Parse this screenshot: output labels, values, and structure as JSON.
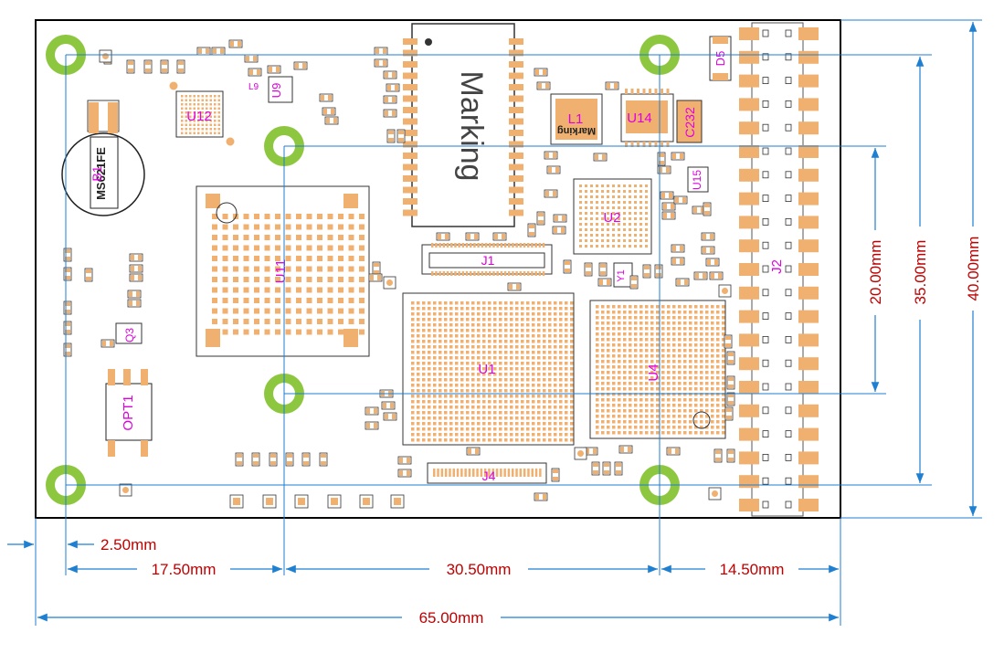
{
  "designators": {
    "u12": "U12",
    "u9": "U9",
    "u11": "U11",
    "u1": "U1",
    "u2": "U2",
    "u4": "U4",
    "u14": "U14",
    "u15": "U15",
    "l1": "L1",
    "l9": "L9",
    "j1": "J1",
    "j2": "J2",
    "j4": "J4",
    "d5": "D5",
    "c232": "C232",
    "q3": "Q3",
    "opt1": "OPT1",
    "y1": "Y1",
    "b1": "B1"
  },
  "markings": {
    "module": "Marking",
    "inductor": "Marking",
    "battery": "MS621FE"
  },
  "dimensions": {
    "d_2_50": "2.50mm",
    "d_17_50": "17.50mm",
    "d_30_50": "30.50mm",
    "d_14_50": "14.50mm",
    "d_65_00": "65.00mm",
    "d_20_00": "20.00mm",
    "d_35_00": "35.00mm",
    "d_40_00": "40.00mm"
  },
  "colors": {
    "dimension": "#c00000",
    "guide_line": "#1f7fd0",
    "pad": "#f0b070",
    "silkscreen_text": "#e000e0",
    "mount_ring": "#8dc63f",
    "board_outline": "#000000"
  }
}
